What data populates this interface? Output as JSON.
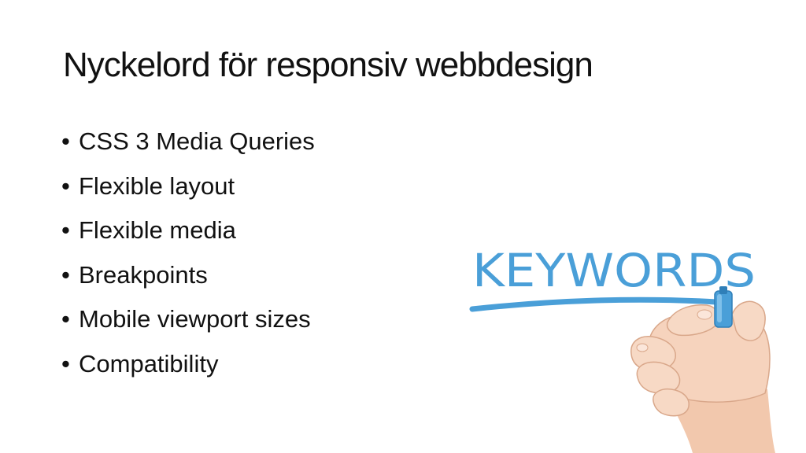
{
  "slide": {
    "title": "Nyckelord för responsiv webbdesign",
    "bullet_symbol": "•",
    "bullets": [
      "CSS 3 Media Queries",
      "Flexible layout",
      "Flexible media",
      "Breakpoints",
      "Mobile viewport sizes",
      "Compatibility"
    ]
  },
  "image": {
    "word": "KEYWORDS",
    "marker_color": "#4a9fd8",
    "icon": "hand-writing-keywords-illustration"
  }
}
